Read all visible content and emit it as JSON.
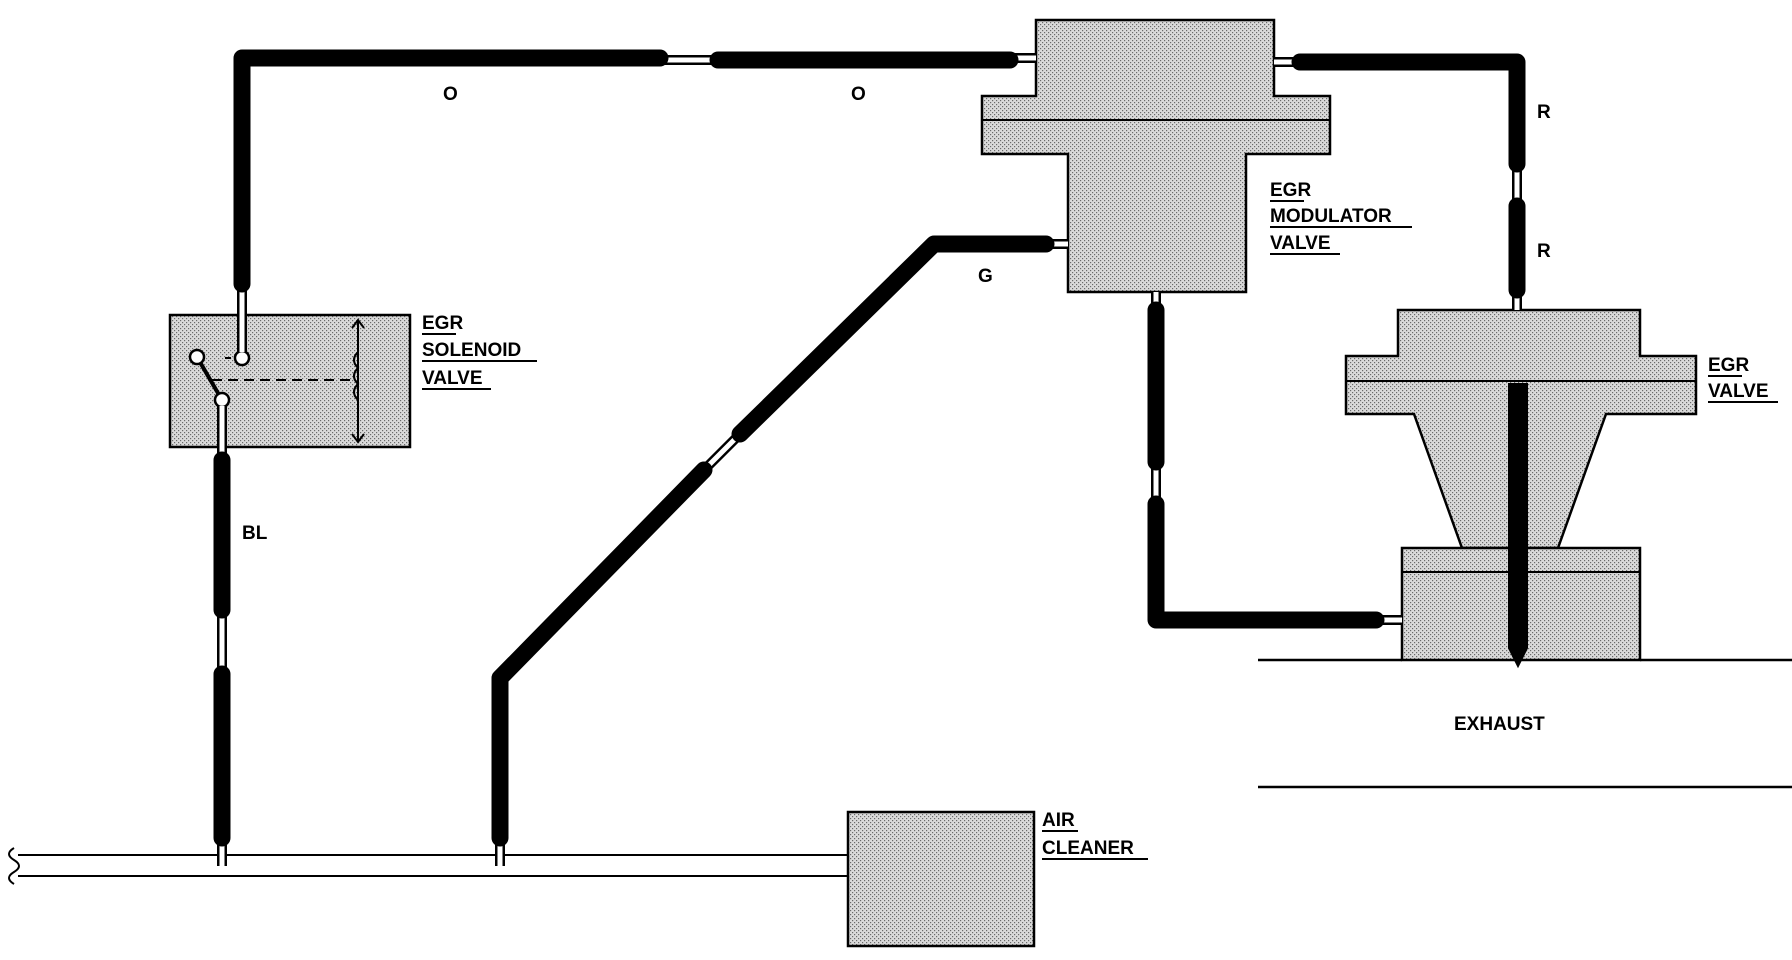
{
  "components": {
    "solenoid_valve": [
      "EGR",
      "SOLENOID",
      "VALVE"
    ],
    "modulator_valve": [
      "EGR",
      "MODULATOR",
      "VALVE"
    ],
    "egr_valve": [
      "EGR",
      "VALVE"
    ],
    "air_cleaner": [
      "AIR",
      "CLEANER"
    ],
    "exhaust": "EXHAUST"
  },
  "hose_codes": {
    "o1": "O",
    "o2": "O",
    "r1": "R",
    "r2": "R",
    "g": "G",
    "bl": "BL"
  },
  "colors": {
    "hose": "#000000",
    "body_fill": "#d6d6d6",
    "background": "#ffffff"
  }
}
